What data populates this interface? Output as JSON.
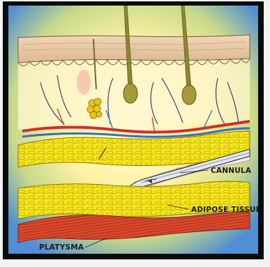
{
  "labels": {
    "cannula": "CANNULA",
    "adipose": "ADIPOSE TISSUE",
    "platysma": "PLATYSMA"
  },
  "colors": {
    "background_blue": "#4f8fd2",
    "glow_yellow": "#fff7b0",
    "skin_surface": "#e9c9a8",
    "fat_yellow": "#f4e21a",
    "muscle_red": "#d9452a",
    "artery_red": "#c8322a",
    "vein_blue": "#3a6fb5",
    "hair_olive": "#7d7a2c",
    "gland_yellow": "#e8c51a"
  }
}
